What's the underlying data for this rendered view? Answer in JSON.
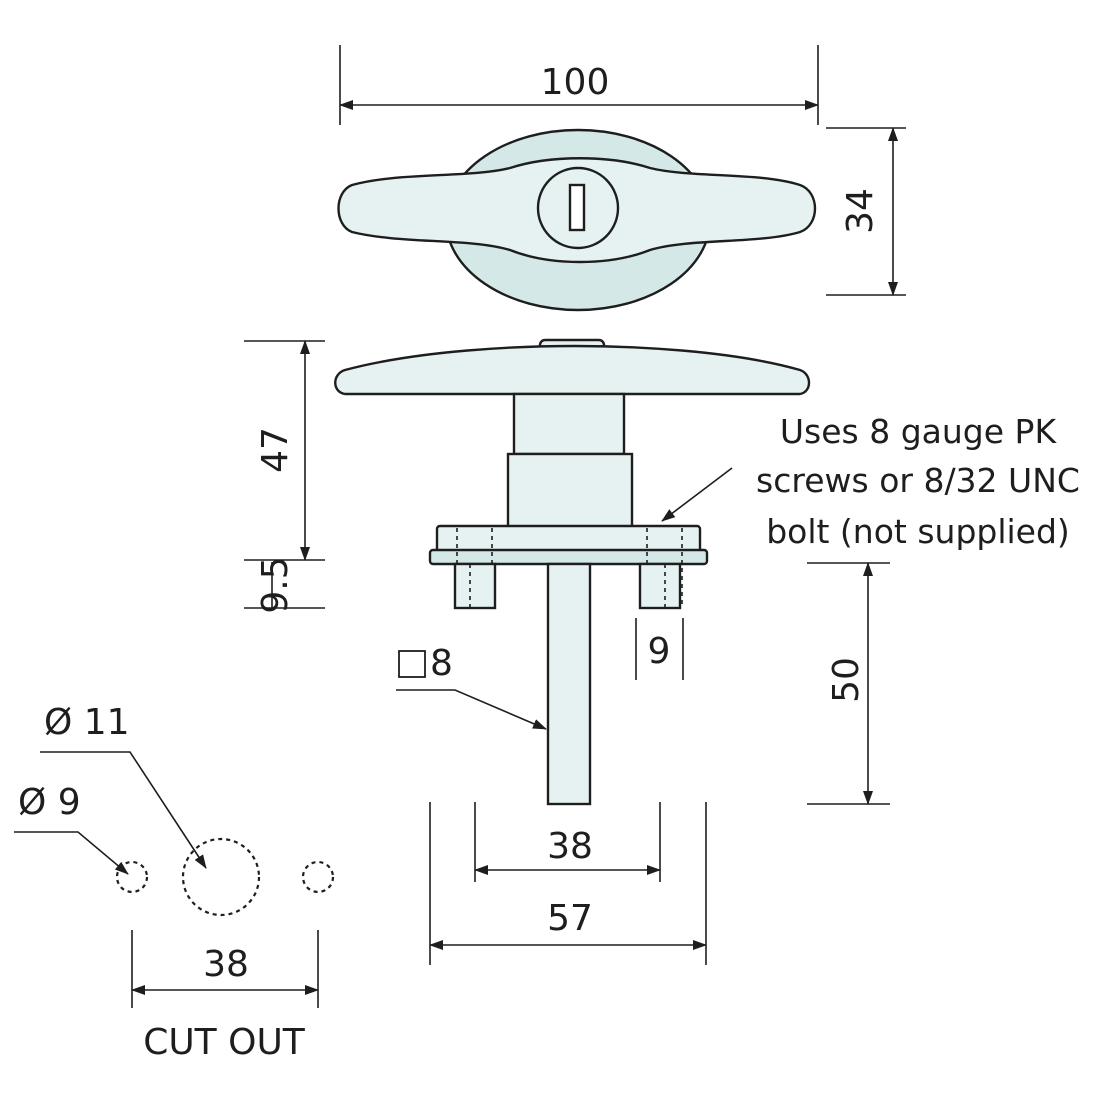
{
  "colors": {
    "line": "#1e1e1e",
    "part_fill": "#e6f2f2",
    "part_fill_light": "#d4e8e8",
    "background": "#ffffff"
  },
  "dimensions": {
    "overall_width": "100",
    "handle_height": "34",
    "height_to_base": "47",
    "base_thickness": "9.5",
    "spindle_length": "50",
    "stud_width": "9",
    "square_spindle": "8",
    "stud_spacing": "38",
    "base_width": "57",
    "cutout_center_hole": "Ø 11",
    "cutout_side_hole": "Ø 9",
    "cutout_spacing": "38"
  },
  "notes": {
    "screws_line1": "Uses 8 gauge PK",
    "screws_line2": "screws or 8/32 UNC",
    "screws_line3": "bolt (not supplied)"
  },
  "labels": {
    "cut_out": "CUT OUT"
  }
}
